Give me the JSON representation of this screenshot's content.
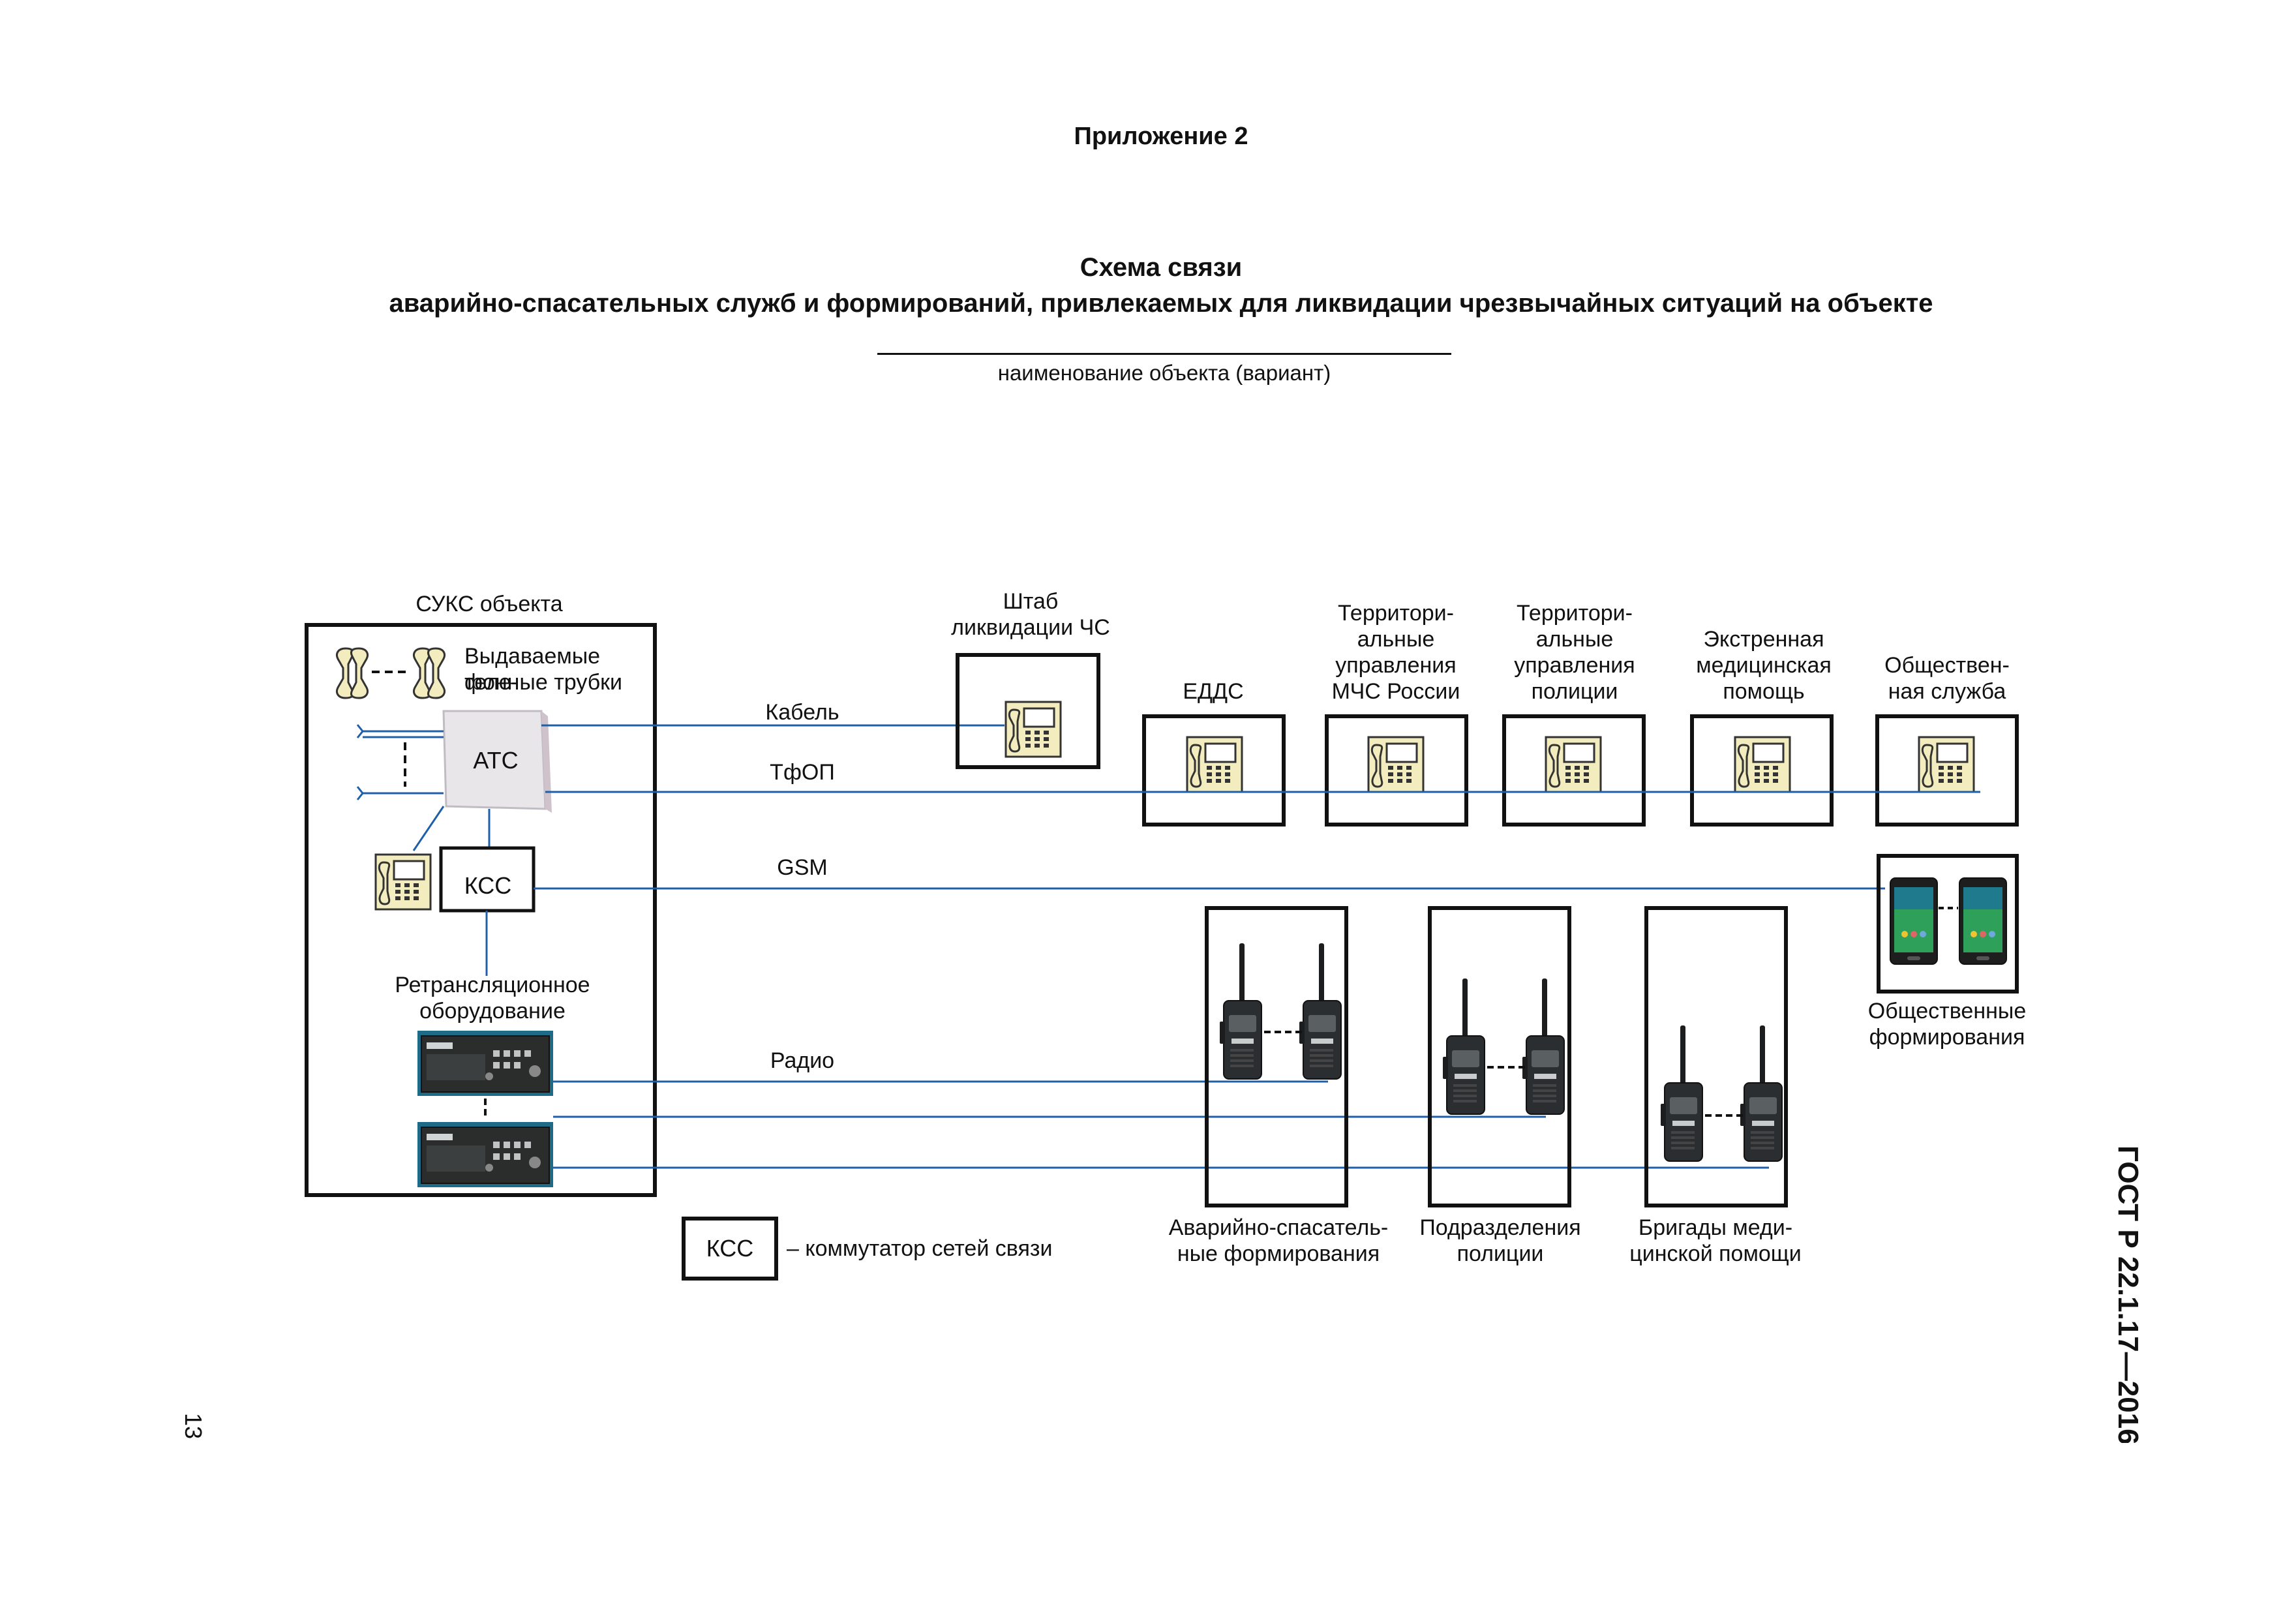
{
  "page": {
    "appendix": "Приложение 2",
    "title_line1": "Схема связи",
    "title_line2": "аварийно-спасательных служб и формирований, привлекаемых для ликвидации чрезвычайных ситуаций на объекте",
    "object_caption": "наименование объекта (вариант)",
    "gost": "ГОСТ Р 22.1.17—2016",
    "page_number": "13"
  },
  "suks": {
    "title": "СУКС объекта",
    "handsets_label_1": "Выдаваемые теле-",
    "handsets_label_2": "фонные трубки",
    "ats": "АТС",
    "kss": "КСС",
    "relay_1": "Ретрансляционное",
    "relay_2": "оборудование"
  },
  "links": {
    "cable": "Кабель",
    "pstn": "ТфОП",
    "gsm": "GSM",
    "radio": "Радио"
  },
  "hq": {
    "line1": "Штаб",
    "line2": "ликвидации ЧС"
  },
  "services": [
    {
      "line1": "ЕДДС",
      "line2": "",
      "line3": "",
      "line4": ""
    },
    {
      "line1": "Территори-",
      "line2": "альные",
      "line3": "управления",
      "line4": "МЧС России"
    },
    {
      "line1": "Территори-",
      "line2": "альные",
      "line3": "управления",
      "line4": "полиции"
    },
    {
      "line1": "",
      "line2": "Экстренная",
      "line3": "медицинская",
      "line4": "помощь"
    },
    {
      "line1": "",
      "line2": "",
      "line3": "Обществен-",
      "line4": "ная служба"
    }
  ],
  "public_formations": {
    "line1": "Общественные",
    "line2": "формирования"
  },
  "radio_groups": [
    {
      "line1": "Аварийно-спасатель-",
      "line2": "ные формирования"
    },
    {
      "line1": "Подразделения",
      "line2": "полиции"
    },
    {
      "line1": "Бригады меди-",
      "line2": "цинской помощи"
    }
  ],
  "legend": {
    "kss": "КСС",
    "text": "– коммутатор сетей связи"
  },
  "colors": {
    "line": "#1f5fa8",
    "frame": "#111111",
    "device": "#f3ecbe",
    "radio_body": "#2a2e30",
    "phone_screen": "#2ea05a"
  },
  "icons": [
    "handset-icon",
    "desk-phone-icon",
    "walkie-talkie-icon",
    "smartphone-icon",
    "radio-relay-icon",
    "pbx-icon"
  ]
}
